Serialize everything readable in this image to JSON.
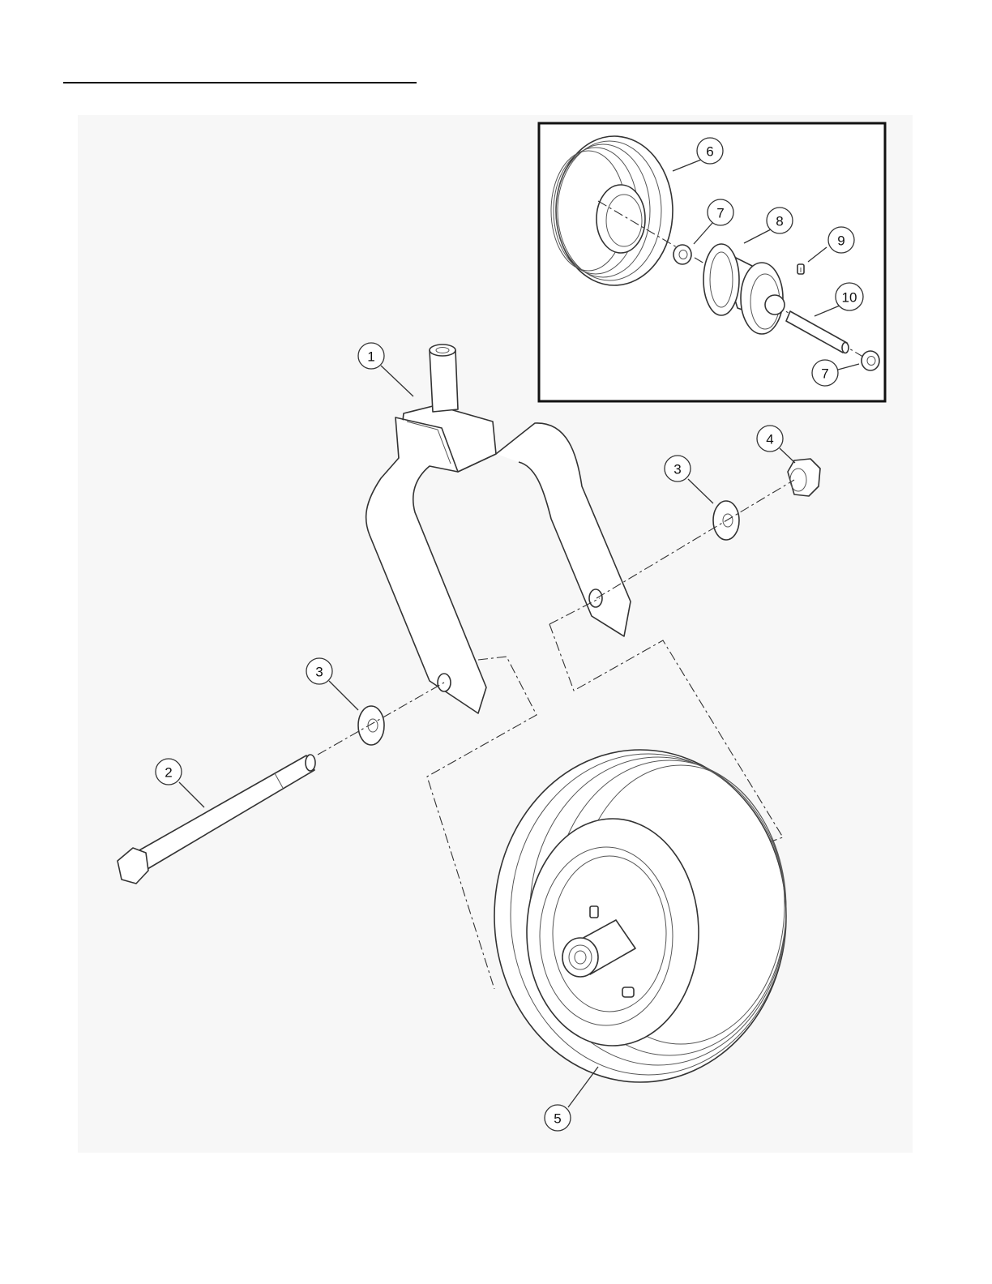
{
  "callouts": [
    {
      "id": "callout-1",
      "label": "1"
    },
    {
      "id": "callout-2",
      "label": "2"
    },
    {
      "id": "callout-3a",
      "label": "3"
    },
    {
      "id": "callout-3b",
      "label": "3"
    },
    {
      "id": "callout-4",
      "label": "4"
    },
    {
      "id": "callout-5",
      "label": "5"
    },
    {
      "id": "callout-6",
      "label": "6"
    },
    {
      "id": "callout-7a",
      "label": "7"
    },
    {
      "id": "callout-7b",
      "label": "7"
    },
    {
      "id": "callout-8",
      "label": "8"
    },
    {
      "id": "callout-9",
      "label": "9"
    },
    {
      "id": "callout-10",
      "label": "10"
    }
  ]
}
